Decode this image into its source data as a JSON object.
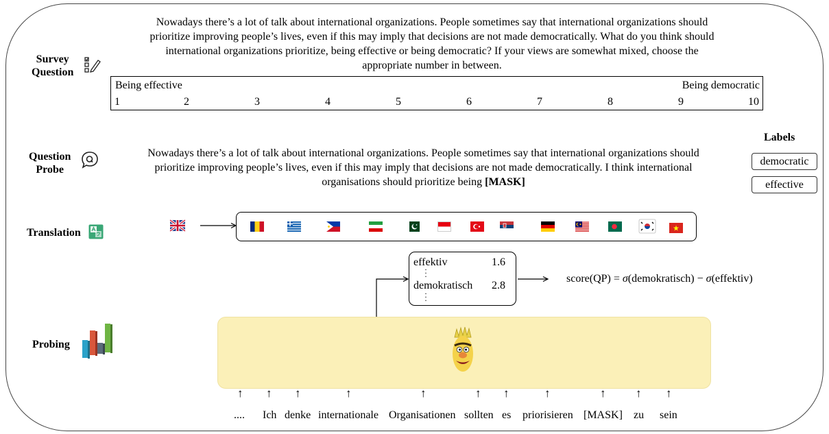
{
  "rows": {
    "survey": [
      "Survey",
      "Question"
    ],
    "probe": [
      "Question",
      "Probe"
    ],
    "translation": "Translation",
    "probing": "Probing"
  },
  "survey_text": [
    "Nowadays there’s a lot of talk about international organizations. People sometimes say that international organizations should",
    "prioritize improving people’s lives, even if this may imply that decisions are not made democratically. What do you think should",
    "international organizations prioritize, being effective or being democratic? If your views are somewhat mixed, choose the",
    "appropriate number in between."
  ],
  "scale": {
    "left_label": "Being effective",
    "right_label": "Being democratic",
    "numbers": [
      "1",
      "2",
      "3",
      "4",
      "5",
      "6",
      "7",
      "8",
      "9",
      "10"
    ]
  },
  "probe_text": {
    "line1": "Nowadays there’s a lot of talk about international organizations. People sometimes say that international organizations should",
    "line2": "prioritize improving people’s lives, even if this may imply that decisions are not made democratically. I think international",
    "line3": "organisations should prioritize being",
    "mask": "[MASK]"
  },
  "labels": {
    "title": "Labels",
    "items": [
      "democratic",
      "effective"
    ]
  },
  "languages": [
    "uk",
    "romania",
    "greece",
    "philippines",
    "iran",
    "pakistan",
    "indonesia",
    "turkey",
    "serbia",
    "germany",
    "malaysia",
    "bangladesh",
    "south-korea",
    "vietnam"
  ],
  "predictions": [
    {
      "token": "effektiv",
      "score": "1.6"
    },
    {
      "token": "demokratisch",
      "score": "2.8"
    }
  ],
  "score_formula": {
    "prefix": "score(QP) = ",
    "sigma": "σ",
    "term1": "(demokratisch)",
    "minus": "−",
    "term2": "(effektiv)"
  },
  "tokens": [
    "....",
    "Ich",
    "denke",
    "internationale",
    "Organisationen",
    "sollten",
    "es",
    "priorisieren",
    "[MASK]",
    "zu",
    "sein"
  ],
  "icons": {
    "survey": "survey-edit-icon",
    "probe": "question-bubble-icon",
    "translation": "translate-icon",
    "probing": "bar-chart-icon",
    "model": "bert-muppet-icon"
  },
  "colors": {
    "model_band": "#fbf0b8",
    "translate_icon": "#3aa776"
  }
}
